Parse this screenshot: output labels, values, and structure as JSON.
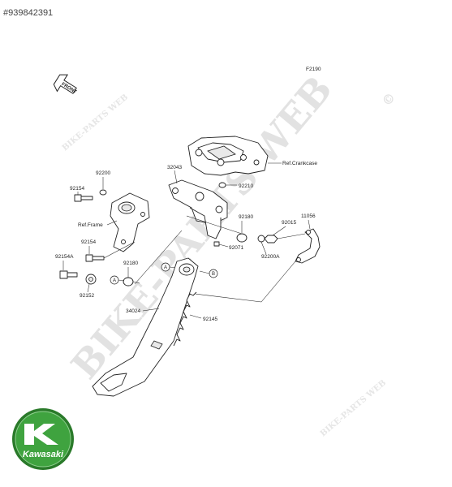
{
  "listing_id": "#939842391",
  "figure_code": "F2190",
  "front_label": "FRONT",
  "watermarks": {
    "main": "BIKE-PARTS WEB",
    "small": "BIKE-PARTS WEB",
    "copyright": "©"
  },
  "reference_labels": {
    "crankcase": "Ref.Crankcase",
    "frame": "Ref.Frame"
  },
  "part_numbers": {
    "p92200": "92200",
    "p32043": "32043",
    "p92154_top": "92154",
    "p92210": "92210",
    "p92180_upper": "92180",
    "p92015": "92015",
    "p11056": "11056",
    "p92154_mid": "92154",
    "p92071": "92071",
    "p92154A": "92154A",
    "p92180_lower": "92180",
    "p92200A": "92200A",
    "p92152": "92152",
    "p34024": "34024",
    "p92145": "92145"
  },
  "callouts": {
    "a": "A",
    "b": "B"
  },
  "logo": {
    "text": "Kawasaki",
    "colors": {
      "outer": "#2a7a2a",
      "inner": "#3fa33f",
      "text": "#ffffff"
    }
  }
}
